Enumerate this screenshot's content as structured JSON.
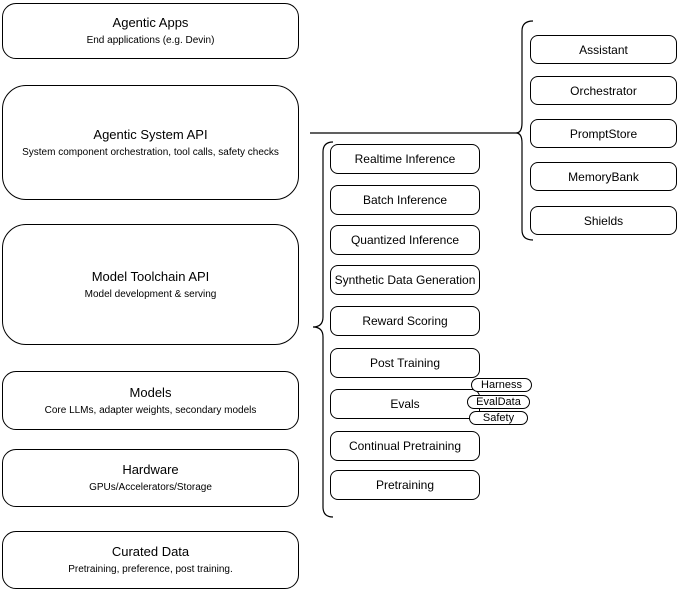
{
  "diagram": {
    "left_column": [
      {
        "title": "Agentic Apps",
        "subtitle": "End applications (e.g. Devin)"
      },
      {
        "title": "Agentic System API",
        "subtitle": "System component orchestration, tool calls, safety checks"
      },
      {
        "title": "Model Toolchain API",
        "subtitle": "Model development & serving"
      },
      {
        "title": "Models",
        "subtitle": "Core LLMs, adapter weights, secondary models"
      },
      {
        "title": "Hardware",
        "subtitle": "GPUs/Accelerators/Storage"
      },
      {
        "title": "Curated Data",
        "subtitle": "Pretraining, preference, post training."
      }
    ],
    "middle_column": {
      "items": [
        "Realtime Inference",
        "Batch Inference",
        "Quantized Inference",
        "Synthetic Data Generation",
        "Reward Scoring",
        "Post Training",
        "Evals",
        "Continual Pretraining",
        "Pretraining"
      ]
    },
    "evals_tags": [
      "Harness",
      "EvalData",
      "Safety"
    ],
    "right_column": {
      "items": [
        "Assistant",
        "Orchestrator",
        "PromptStore",
        "MemoryBank",
        "Shields"
      ]
    },
    "colors": {
      "stroke": "#000000",
      "fill": "#ffffff"
    }
  }
}
